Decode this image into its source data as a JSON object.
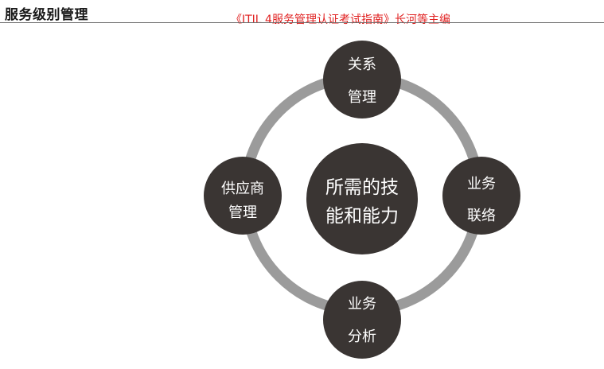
{
  "header": {
    "title": "服务级别管理",
    "subtitle": "《ITIL 4服务管理认证考试指南》长河等主编"
  },
  "diagram": {
    "center": {
      "line1": "所需的技",
      "line2": "能和能力"
    },
    "nodes": {
      "top": {
        "line1": "关系",
        "line2": "管理"
      },
      "right": {
        "line1": "业务",
        "line2": "联络"
      },
      "bottom": {
        "line1": "业务",
        "line2": "分析"
      },
      "left": {
        "line1": "供应商",
        "line2": "管理"
      }
    },
    "colors": {
      "node_fill": "#3a3533",
      "ring": "#9b9b9b",
      "subtitle": "#e02020",
      "node_text": "#ffffff"
    }
  }
}
